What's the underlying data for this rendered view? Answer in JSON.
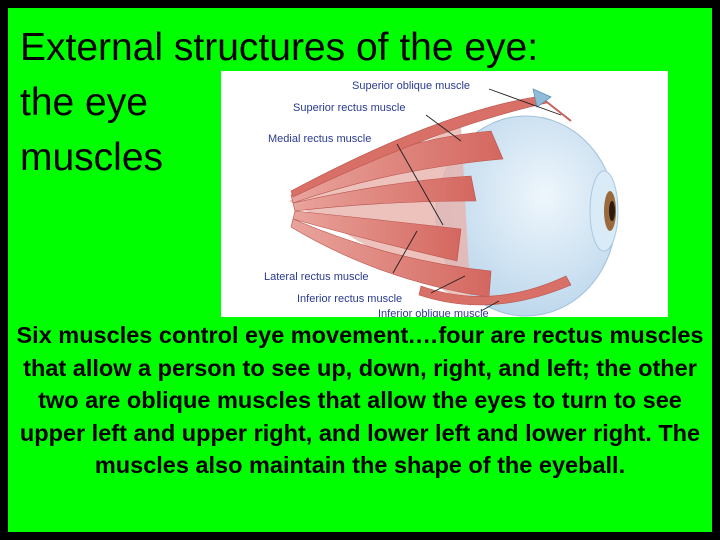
{
  "slide": {
    "title_lines": [
      "External structures of the eye:",
      "the eye",
      "muscles"
    ],
    "description": "Six muscles control eye movement.…four are rectus muscles that allow a person to see up, down, right, and left;  the other two are oblique muscles that allow the eyes to turn to see upper left and upper right, and lower left and lower right. The muscles also maintain the shape of the eyeball."
  },
  "figure": {
    "labels": {
      "superior_oblique": "Superior oblique muscle",
      "superior_rectus": "Superior rectus muscle",
      "medial_rectus": "Medial rectus muscle",
      "lateral_rectus": "Lateral rectus muscle",
      "inferior_rectus": "Inferior rectus muscle",
      "inferior_oblique": "Inferior oblique muscle"
    }
  },
  "colors": {
    "slide_bg": "#00ff00",
    "border": "#000000",
    "muscle": "#dd7f78",
    "eyeball": "#cfe3f3",
    "label_text": "#2a3a8f"
  }
}
